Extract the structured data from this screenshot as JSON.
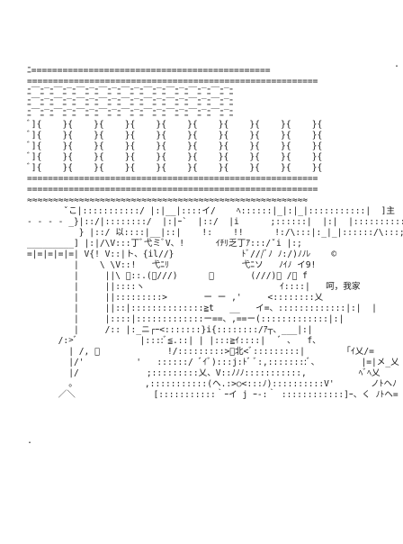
{
  "art_lines": [
    "ﾆ==============================================",
    "========================================================",
    "ﾆ￣ﾆ‾ﾆ￣ﾆ‾ﾆ￣ﾆ‾ﾆ￣ﾆ‾ﾆ￣ﾆ‾ﾆ￣ﾆ‾ﾆ￣ﾆ‾ﾆ￣ﾆ‾ﾆ￣ﾆ‾ﾆ",
    "ﾆ￣ﾆ‾ﾆ￣ﾆ‾ﾆ￣ﾆ‾ﾆ￣ﾆ‾ﾆ￣ﾆ‾ﾆ￣ﾆ‾ﾆ￣ﾆ‾ﾆ￣ﾆ‾ﾆ￣ﾆ‾ﾆ",
    "ﾆ￣ﾆ‾ﾆ￣ﾆ‾ﾆ￣ﾆ‾ﾆ￣ﾆ‾ﾆ￣ﾆ‾ﾆ￣ﾆ‾ﾆ￣ﾆ‾ﾆ￣ﾆ‾ﾆ￣ﾆ‾ﾆ",
    "ﾞ]{    }{    }{    }{    }{    }{    }{    }{    }{    }{",
    "ﾞ]{    }{    }{    }{    }{    }{    }{    }{    }{    }{",
    "ﾞ]{    }{    }{    }{    }{    }{    }{    }{    }{    }{",
    "ﾞ]{    }{    }{    }{    }{    }{    }{    }{    }{    }{",
    "ﾞ]{    }{    }{    }{    }{    }{    }{    }{    }{    }{",
    "========================================================",
    "========================================================",
    "≈≈≈≈≈≈≈≈≈≈≈≈≈≈≈≈≈≈≈≈≈≈≈≈≈≈≈≈≈≈≈≈≈≈≈≈≈≈≈≈≈≈≈≈≈≈≈≈≈≈≈≈≈≈",
    "       ˇこ|:::::::::::/ |:|__|::::イ/    ﾍ::::::|_|:|_|:::::::::::|  ]主",
    "- - - - _}|::/|::::::::/  |:|ｰ`  |::/  |i      ;::::::|  |:|  |:::::::::::|  __Vﾆ",
    "          } |::/ 以::::|__|::|    !:    !!      !:/\\:::|:_|_|::::::/\\:::;",
    "_________] |:|/\\V:::丁ﾞ弋ミﾞV、!      ｲﾁﾘ乏丁ｱ:::/ˇi |:;",
    "=|=|=|=|=| V{! V::|ト、{il//}             ﾄﾞ///ﾞﾉ ﾉ:/)ﾉﾉﾚ    ©",
    "         |    \\ \\V::!   弋ﾆﾘ              弋ﾆソ   ﾉｲﾉ イ9!",
    "         |     ||\\ ﾞ::.(ﾞ///)      、       (///)ﾞ /ー f",
    "         |     ||::::ヽ                          ｲ::::|   呵，我家",
    "         |     ||:::::::::>       ー ー ,'     <::::::::乂",
    "         |     ||::|::::::::::::::≧t   __   イ=、:::::::::::::|:|  |",
    "         |     |::::|:::::::::::::ー==、,==ー(:::::::::::::|:|",
    "         |     /:: |:_ニ┌ｰ<:::::::}i{::::::::/ｱ┬、___|:|",
    "      /:>ﾞ            |::::ﾞ≦.::| | |:::≧ｲ::::|   ﾞ ､   f、",
    "        | /, ﾞ             !/:::::::::>ﾞ北<ﾞ:::::::::|        ｢ｲ乂/=",
    "        |/'          '   ::::::/ ﾞｲﾞ):::j:ﾄﾞ ﾞ:,::::::::ﾞ、        |=|メ_乂",
    "        |/             ;:::::::::乂、V::ﾉﾉﾉ:::::::::::,          ﾍﾞﾍ乂",
    "        。             ,:::::::::::(ヘ.:>○<:::ﾉ)::::::::::V'       ノﾄヘﾉ",
    "      ／＼               [:::::::::::｀ｰイ j ｰ-:｀ ::::::::::::]ｰ、く ﾉﾄヘ="
  ]
}
